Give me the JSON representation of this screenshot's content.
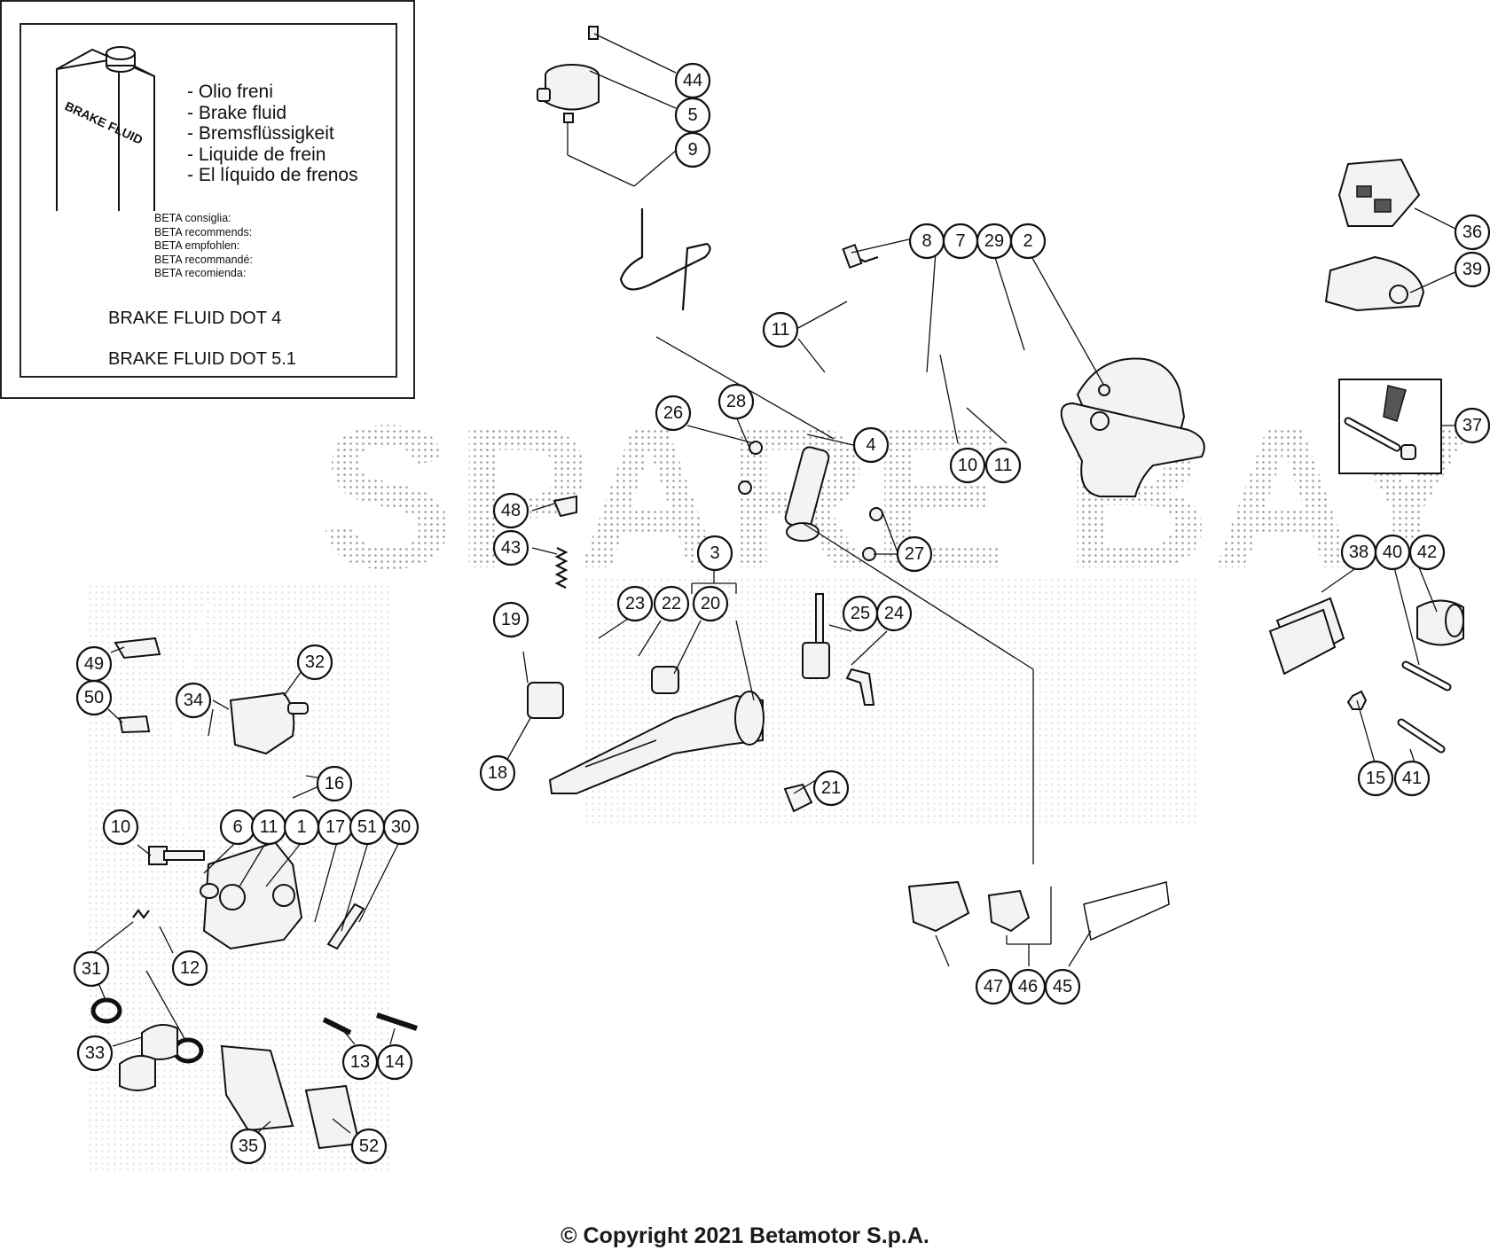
{
  "info_box": {
    "can_label": "BRAKE FLUID",
    "fluid_names": [
      "- Olio freni",
      "- Brake fluid",
      "- Bremsflüssigkeit",
      "- Liquide de frein",
      "- El líquido de frenos"
    ],
    "recommendations": [
      "BETA consiglia:",
      "BETA recommends:",
      "BETA empfohlen:",
      "BETA recommandé:",
      "BETA recomienda:"
    ],
    "fluid_spec_1": "BRAKE FLUID DOT 4",
    "fluid_spec_2": "BRAKE FLUID DOT 5.1"
  },
  "watermark": "SPARE BAY",
  "callouts": [
    "44",
    "5",
    "9",
    "8",
    "7",
    "29",
    "2",
    "11",
    "26",
    "28",
    "4",
    "10",
    "11",
    "27",
    "48",
    "43",
    "3",
    "23",
    "22",
    "20",
    "25",
    "24",
    "19",
    "18",
    "21",
    "36",
    "39",
    "37",
    "38",
    "40",
    "42",
    "15",
    "41",
    "47",
    "46",
    "45",
    "49",
    "50",
    "32",
    "34",
    "16",
    "10",
    "6",
    "11",
    "1",
    "17",
    "51",
    "30",
    "12",
    "31",
    "33",
    "13",
    "14",
    "35",
    "52"
  ],
  "copyright": "© Copyright 2021 Betamotor S.p.A."
}
